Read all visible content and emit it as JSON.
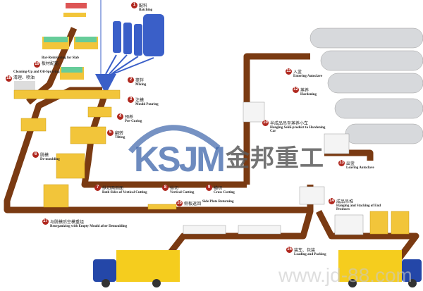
{
  "title": "AAC Block Production Process Flow",
  "colors": {
    "conveyor": "#7a3a12",
    "platform": "#f2c53a",
    "silo": "#3a5fc8",
    "truck_cab": "#2447a8",
    "truck_box": "#f5cd1e",
    "badge": "#b0281f",
    "logo": "#3c64aa"
  },
  "logo": {
    "mark": "KSJM",
    "name": "金邦重工"
  },
  "watermark": "www.jd-88.com",
  "steps": [
    {
      "num": "1",
      "cn": "配料",
      "en": "Batching"
    },
    {
      "num": "2",
      "cn": "搅拌",
      "en": "Mixing"
    },
    {
      "num": "3",
      "cn": "注模",
      "en": "Mould Pouring"
    },
    {
      "num": "4",
      "cn": "预养",
      "en": "Pre-Curing"
    },
    {
      "num": "5",
      "cn": "翻转",
      "en": "Tilting"
    },
    {
      "num": "6",
      "cn": "脱模",
      "en": "De-moulding"
    },
    {
      "num": "7",
      "cn": "纵切两侧面",
      "en": "Both Sides of Vertical Cutting"
    },
    {
      "num": "8",
      "cn": "纵切",
      "en": "Vertical Cutting"
    },
    {
      "num": "9",
      "cn": "横切",
      "en": "Cross Cutting"
    },
    {
      "num": "10",
      "cn": "半成品吊至蒸养小车",
      "en": "Hanging Semi-product to Hardening Car"
    },
    {
      "num": "11",
      "cn": "入釜",
      "en": "Entering Autoclave"
    },
    {
      "num": "12",
      "cn": "蒸养",
      "en": "Hardening"
    },
    {
      "num": "13",
      "cn": "出釜",
      "en": "Leaving Autoclave"
    },
    {
      "num": "14",
      "cn": "成品吊堆",
      "en": "Hanging and Stacking of End Products"
    },
    {
      "num": "15",
      "cn": "装车、包装",
      "en": "Loading and Packing"
    },
    {
      "num": "16",
      "cn": "侧板返回",
      "en": "Side Plate Returning"
    },
    {
      "num": "17",
      "cn": "与脱模后空模重组",
      "en": "Reorganizing with Empty Mould after Demoulding"
    },
    {
      "num": "18",
      "cn": "清理、喷油",
      "en": "Cleaning-Up and Oil-Spraying"
    },
    {
      "num": "19",
      "cn": "板材配筋",
      "en": "Bar-Reinforcing for Slab"
    }
  ]
}
